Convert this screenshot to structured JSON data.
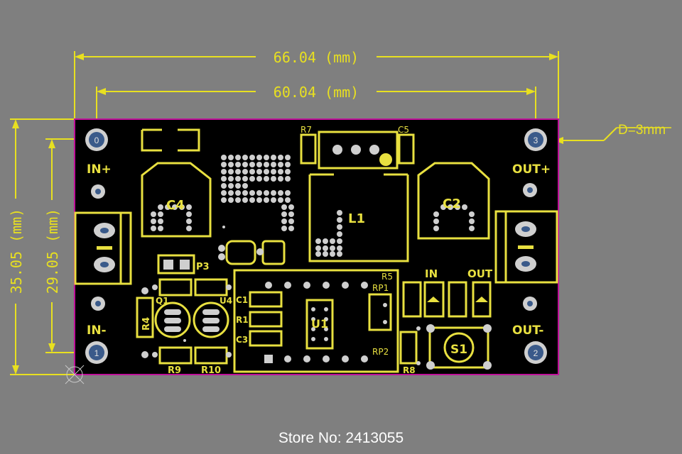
{
  "colors": {
    "background": "#7f7f7f",
    "board": "#000000",
    "board_edge": "#c0109a",
    "silkscreen": "#e8e040",
    "dimension": "#e8e020",
    "pad": "#cfcfcf",
    "pad_hole": "#3a5a8a",
    "store_text": "#ffffff"
  },
  "dimensions": {
    "overall_width": "66.04 (mm)",
    "hole_span_width": "60.04 (mm)",
    "overall_height": "35.05 (mm)",
    "hole_span_height": "29.05 (mm)",
    "hole_diameter": "D=3mm"
  },
  "mounting_holes": [
    "0",
    "3",
    "1",
    "2"
  ],
  "terminals": {
    "in_plus": "IN+",
    "in_minus": "IN-",
    "out_plus": "OUT+",
    "out_minus": "OUT-"
  },
  "components": {
    "c4": "C4",
    "c2": "C2",
    "l1": "L1",
    "r7": "R7",
    "c5": "C5",
    "p3": "P3",
    "q1": "Q1",
    "u4": "U4",
    "r4": "R4",
    "r9": "R9",
    "r10": "R10",
    "c1": "C1",
    "r1": "R1",
    "c3": "C3",
    "u1": "U1",
    "r5": "R5",
    "rp1": "RP1",
    "rp2": "RP2",
    "r8": "R8",
    "s1": "S1",
    "in_led": "IN",
    "out_led": "OUT"
  },
  "footer": {
    "store_text": "Store No: 2413055"
  }
}
